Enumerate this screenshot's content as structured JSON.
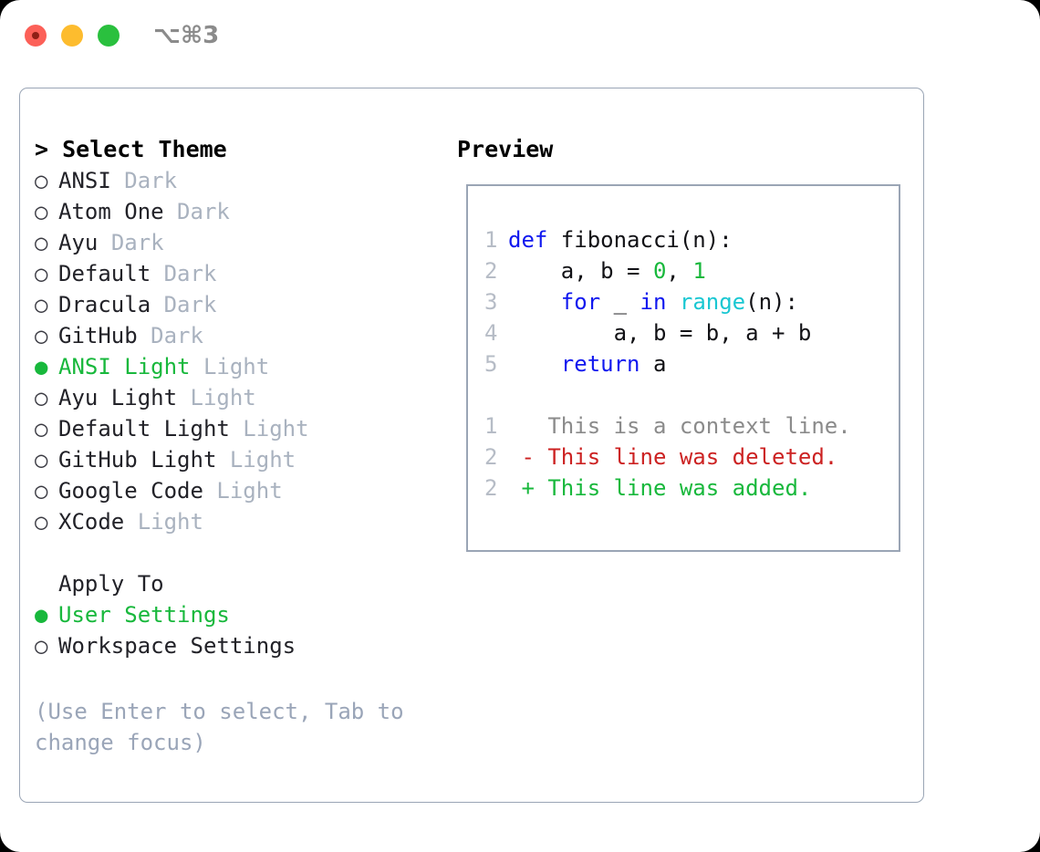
{
  "titlebar": {
    "shortcut": "⌥⌘3",
    "buttons": [
      {
        "name": "close",
        "color": "#fc6058"
      },
      {
        "name": "minimize",
        "color": "#fdbc2e"
      },
      {
        "name": "maximize",
        "color": "#2ac03e"
      }
    ]
  },
  "theme_list": {
    "header": "> Select Theme",
    "marker_selected": "●",
    "marker_unselected": "○",
    "items": [
      {
        "name": "ANSI",
        "variant": "Dark",
        "selected": false
      },
      {
        "name": "Atom One",
        "variant": "Dark",
        "selected": false
      },
      {
        "name": "Ayu",
        "variant": "Dark",
        "selected": false
      },
      {
        "name": "Default",
        "variant": "Dark",
        "selected": false
      },
      {
        "name": "Dracula",
        "variant": "Dark",
        "selected": false
      },
      {
        "name": "GitHub",
        "variant": "Dark",
        "selected": false
      },
      {
        "name": "ANSI Light",
        "variant": "Light",
        "selected": true
      },
      {
        "name": "Ayu Light",
        "variant": "Light",
        "selected": false
      },
      {
        "name": "Default Light",
        "variant": "Light",
        "selected": false
      },
      {
        "name": "GitHub Light",
        "variant": "Light",
        "selected": false
      },
      {
        "name": "Google Code",
        "variant": "Light",
        "selected": false
      },
      {
        "name": "XCode",
        "variant": "Light",
        "selected": false
      }
    ]
  },
  "apply_to": {
    "header": "Apply To",
    "options": [
      {
        "name": "User Settings",
        "selected": true
      },
      {
        "name": "Workspace Settings",
        "selected": false
      }
    ]
  },
  "hint": "(Use Enter to select, Tab to change focus)",
  "preview": {
    "title": "Preview",
    "code_lines": [
      {
        "num": "1",
        "tokens": [
          {
            "t": "def",
            "c": "kw"
          },
          {
            "t": " fibonacci(n):",
            "c": "plain"
          }
        ]
      },
      {
        "num": "2",
        "tokens": [
          {
            "t": "    a, b = ",
            "c": "plain"
          },
          {
            "t": "0",
            "c": "num"
          },
          {
            "t": ", ",
            "c": "plain"
          },
          {
            "t": "1",
            "c": "num"
          }
        ]
      },
      {
        "num": "3",
        "tokens": [
          {
            "t": "    ",
            "c": "plain"
          },
          {
            "t": "for",
            "c": "kw"
          },
          {
            "t": " _ ",
            "c": "plain"
          },
          {
            "t": "in",
            "c": "kw"
          },
          {
            "t": " ",
            "c": "plain"
          },
          {
            "t": "range",
            "c": "fn"
          },
          {
            "t": "(n):",
            "c": "plain"
          }
        ]
      },
      {
        "num": "4",
        "tokens": [
          {
            "t": "        a, b = b, a + b",
            "c": "plain"
          }
        ]
      },
      {
        "num": "5",
        "tokens": [
          {
            "t": "    ",
            "c": "plain"
          },
          {
            "t": "return",
            "c": "kw"
          },
          {
            "t": " a",
            "c": "plain"
          }
        ]
      }
    ],
    "diff_lines": [
      {
        "num": "1",
        "sign": "  ",
        "text": "This is a context line.",
        "kind": "ctx"
      },
      {
        "num": "2",
        "sign": "- ",
        "text": "This line was deleted.",
        "kind": "del"
      },
      {
        "num": "2",
        "sign": "+ ",
        "text": "This line was added.",
        "kind": "add"
      }
    ]
  },
  "colors": {
    "accent_green": "#18b83c",
    "keyword_blue": "#1018ef",
    "function_cyan": "#19c7d2",
    "diff_red": "#cc2222",
    "muted_gray": "#a9b2bf",
    "border": "#9aa5b5"
  }
}
